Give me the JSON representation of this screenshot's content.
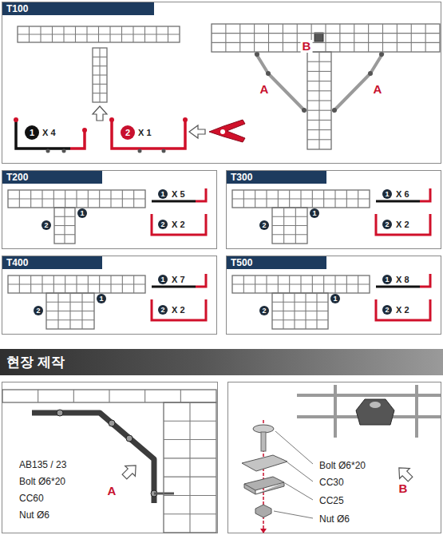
{
  "diagram": {
    "nodes": [
      {
        "text": [
          "T100"
        ]
      },
      {
        "text": [
          "T200"
        ]
      },
      {
        "text": [
          "T300"
        ]
      },
      {
        "text": [
          "T400"
        ]
      },
      {
        "text": [
          "T500"
        ]
      },
      {
        "text": [
          "현장 제작"
        ]
      }
    ],
    "labels": [
      "1",
      "X 4",
      "2",
      "X 1",
      "B",
      "A",
      "A",
      "1",
      "2",
      "1",
      "X 5",
      "2",
      "X 2",
      "1",
      "2",
      "1",
      "X 6",
      "2",
      "X 2",
      "1",
      "2",
      "1",
      "X 7",
      "2",
      "X 2",
      "1",
      "2",
      "1",
      "X 8",
      "2",
      "X 2",
      "AB135 / 23",
      "Bolt Ø6*20",
      "CC60",
      "Nut Ø6",
      "A",
      "Bolt Ø6*20",
      "CC30",
      "CC25",
      "Nut Ø6",
      "B"
    ]
  }
}
